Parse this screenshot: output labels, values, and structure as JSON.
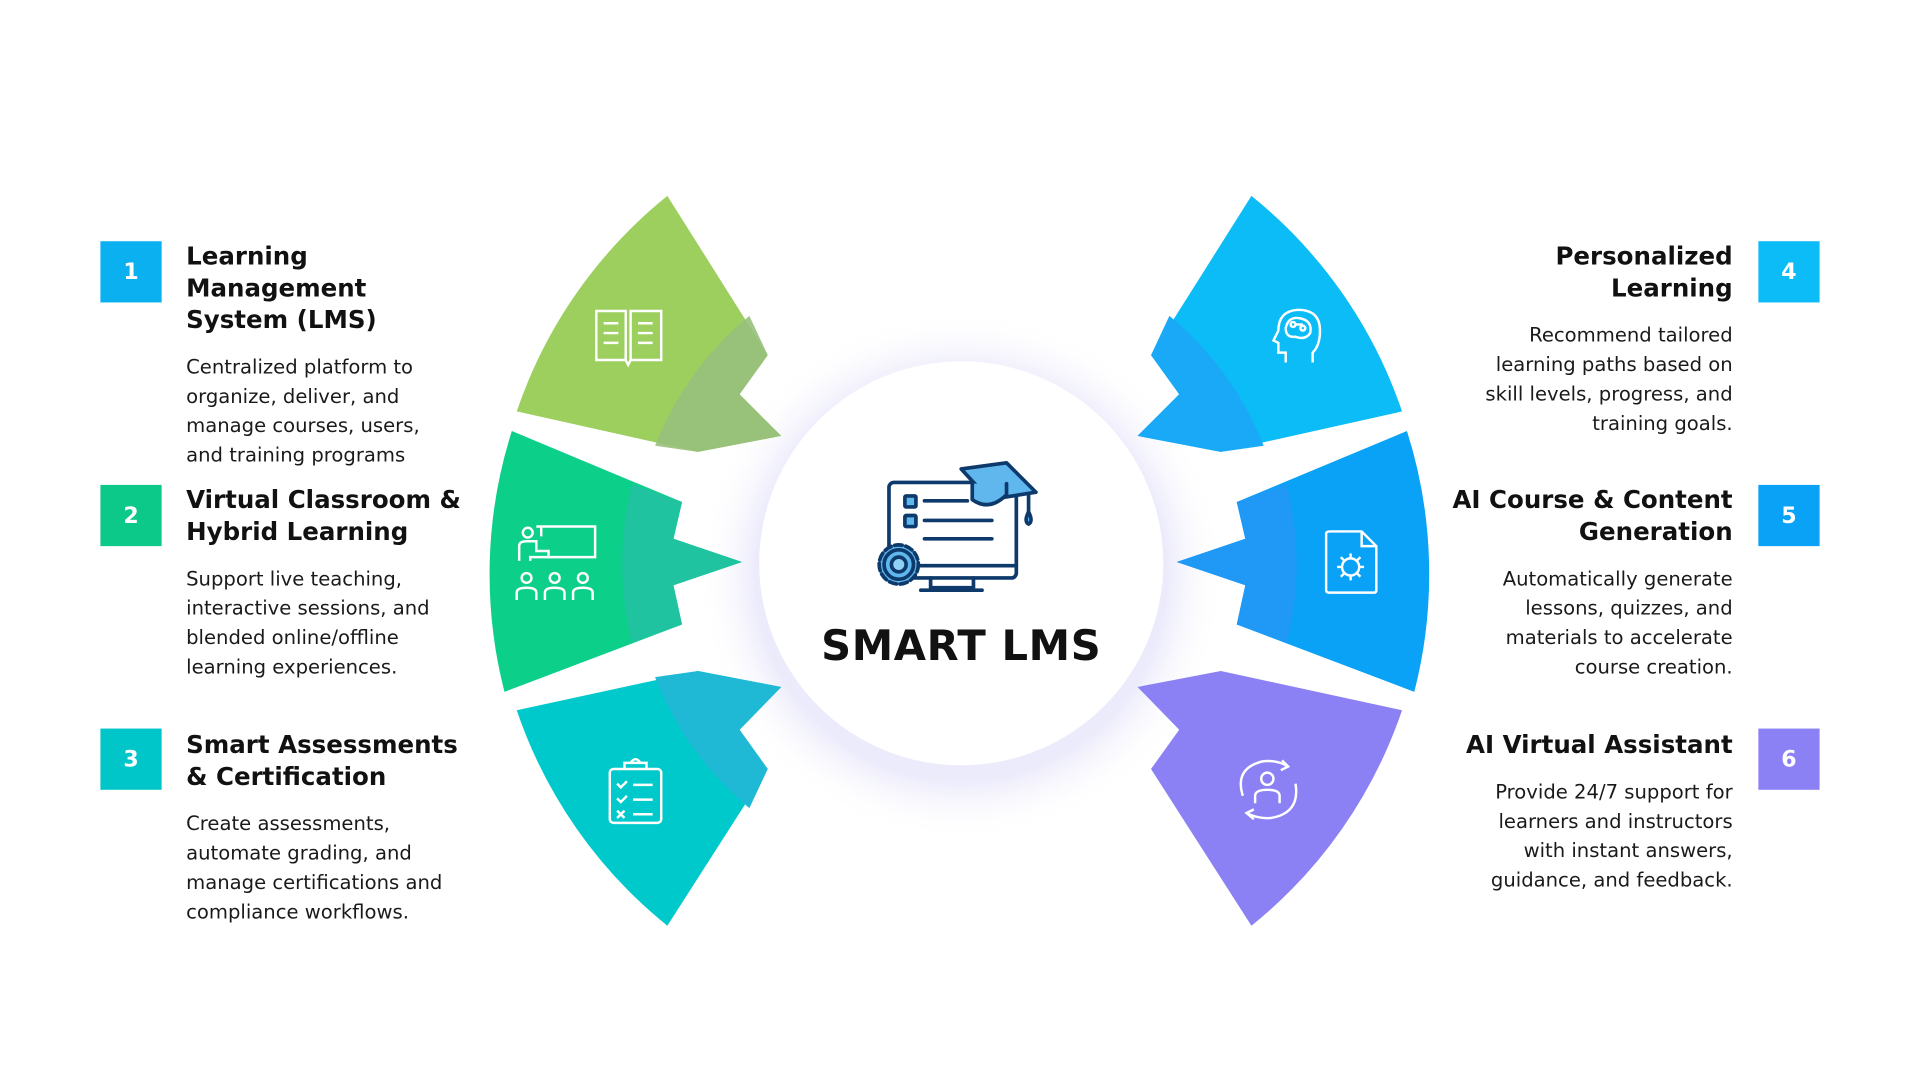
{
  "center": {
    "title": "SMART LMS",
    "icon": "monitor-graduation-cap-gear-icon"
  },
  "items": [
    {
      "number": "1",
      "title": "Learning Management System (LMS)",
      "title_lines": [
        "Learning",
        "Management",
        "System (LMS)"
      ],
      "description": "Centralized platform to organize, deliver, and manage courses, users, and training programs",
      "desc_lines": [
        "Centralized platform to",
        "organize, deliver, and",
        "manage courses, users,",
        "and training programs"
      ],
      "color": "#9ccf5e",
      "icon": "open-book-icon"
    },
    {
      "number": "2",
      "title": "Virtual Classroom & Hybrid Learning",
      "title_lines": [
        "Virtual Classroom &",
        "Hybrid Learning"
      ],
      "description": "Support live teaching, interactive sessions, and blended online/offline learning experiences.",
      "desc_lines": [
        "Support live teaching,",
        "interactive sessions, and",
        "blended online/offline",
        "learning experiences."
      ],
      "color": "#0ccf8a",
      "icon": "classroom-presenter-icon"
    },
    {
      "number": "3",
      "title": "Smart Assessments & Certification",
      "title_lines": [
        "Smart Assessments",
        "& Certification"
      ],
      "description": "Create assessments, automate grading, and manage certifications and compliance workflows.",
      "desc_lines": [
        "Create assessments,",
        "automate grading, and",
        "manage certifications and",
        "compliance workflows."
      ],
      "color": "#00c9cc",
      "icon": "clipboard-checklist-icon"
    },
    {
      "number": "4",
      "title": "Personalized Learning",
      "title_lines": [
        "Personalized",
        "Learning"
      ],
      "description": "Recommend tailored learning paths based on skill levels, progress, and training goals.",
      "desc_lines": [
        "Recommend tailored",
        "learning paths based on",
        "skill levels, progress, and",
        "training goals."
      ],
      "color": "#0bbcf6",
      "icon": "brain-head-icon"
    },
    {
      "number": "5",
      "title": "AI Course & Content Generation",
      "title_lines": [
        "AI Course & Content",
        "Generation"
      ],
      "description": "Automatically generate lessons, quizzes, and materials to accelerate course creation.",
      "desc_lines": [
        "Automatically generate",
        "lessons, quizzes, and",
        "materials to accelerate",
        "course creation."
      ],
      "color": "#09a2f7",
      "icon": "document-gear-icon"
    },
    {
      "number": "6",
      "title": "AI Virtual Assistant",
      "title_lines": [
        "AI Virtual Assistant"
      ],
      "description": "Provide 24/7 support for learners and instructors with instant answers, guidance, and feedback.",
      "desc_lines": [
        "Provide 24/7 support for",
        "learners and instructors",
        "with instant answers,",
        "guidance, and feedback."
      ],
      "color": "#8b80f4",
      "icon": "user-sync-icon"
    }
  ]
}
